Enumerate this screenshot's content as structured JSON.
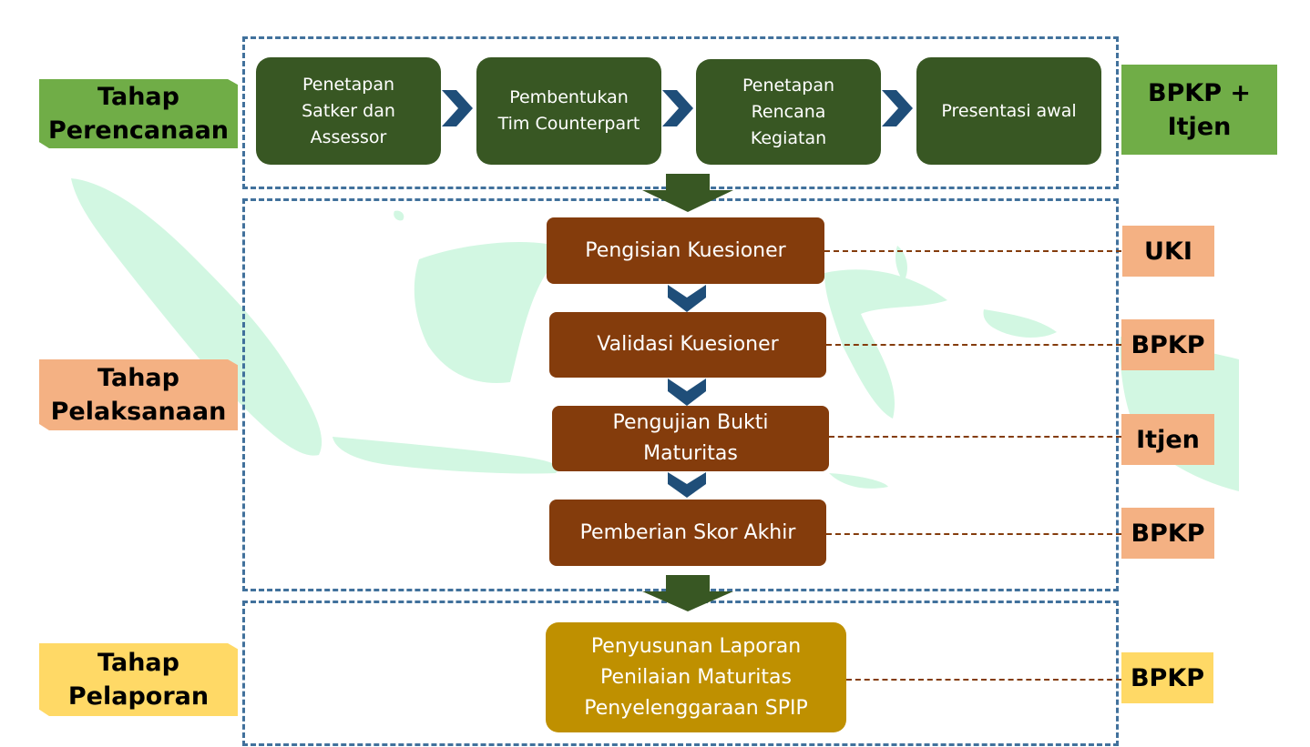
{
  "stages": [
    {
      "label": "Tahap\nPerencanaan",
      "color": "#70ad47"
    },
    {
      "label": "Tahap\nPelaksanaan",
      "color": "#f4b183"
    },
    {
      "label": "Tahap\nPelaporan",
      "color": "#ffd966"
    }
  ],
  "planning": {
    "steps": [
      "Penetapan\nSatker dan\nAssessor",
      "Pembentukan\nTim Counterpart",
      "Penetapan\nRencana\nKegiatan",
      "Presentasi awal"
    ],
    "actor": "BPKP +\nItjen"
  },
  "execution": {
    "steps": [
      {
        "label": "Pengisian Kuesioner",
        "actor": "UKI"
      },
      {
        "label": "Validasi Kuesioner",
        "actor": "BPKP"
      },
      {
        "label": "Pengujian Bukti\nMaturitas",
        "actor": "Itjen"
      },
      {
        "label": "Pemberian Skor Akhir",
        "actor": "BPKP"
      }
    ]
  },
  "reporting": {
    "step": "Penyusunan Laporan\nPenilaian Maturitas\nPenyelenggaraan SPIP",
    "actor": "BPKP"
  },
  "colors": {
    "stage_border": "#41719c",
    "planning_box": "#385723",
    "execution_box": "#843c0c",
    "reporting_box": "#bf9000",
    "chevron": "#1f4e79",
    "stage_arrow": "#385723",
    "map": "#c9f5dc"
  }
}
